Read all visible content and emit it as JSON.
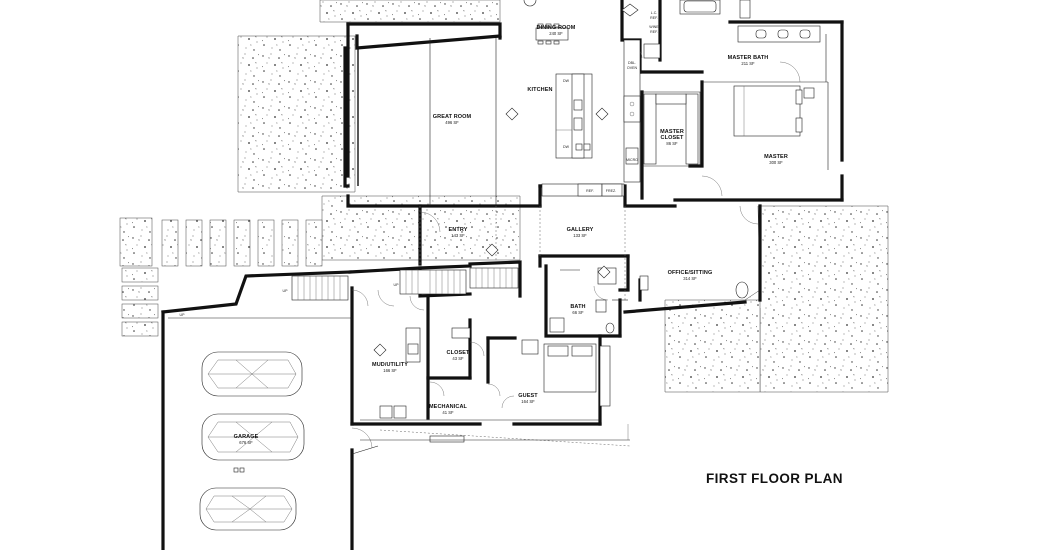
{
  "title": "FIRST FLOOR PLAN",
  "rooms": {
    "dining": {
      "name": "DINING ROOM",
      "area": "240 SF"
    },
    "kitchen": {
      "name": "KITCHEN"
    },
    "great": {
      "name": "GREAT ROOM",
      "area": "496 SF"
    },
    "masterbath": {
      "name": "MASTER BATH",
      "area": "211 SF"
    },
    "mastercloset": {
      "name1": "MASTER",
      "name2": "CLOSET",
      "area": "86 SF"
    },
    "master": {
      "name": "MASTER",
      "area": "300 SF"
    },
    "entry": {
      "name": "ENTRY",
      "area": "143 SF"
    },
    "gallery": {
      "name": "GALLERY",
      "area": "133 SF"
    },
    "office": {
      "name": "OFFICE/SITTING",
      "area": "314 SF"
    },
    "bath": {
      "name": "BATH",
      "area": "66 SF"
    },
    "closet": {
      "name": "CLOSET",
      "area": "43 SF"
    },
    "mud": {
      "name": "MUD/UTILITY",
      "area": "166 SF"
    },
    "mechanical": {
      "name": "MECHANICAL",
      "area": "41 SF"
    },
    "guest": {
      "name": "GUEST",
      "area": "164 SF"
    },
    "garage": {
      "name": "GARAGE",
      "area": "676 SF"
    }
  },
  "labels": {
    "lc": "L.C.",
    "ref1": "REF.",
    "wine": "WINE",
    "ref2": "REF.",
    "dbl1": "DBL.",
    "dbl2": "OVEN",
    "micro": "MICRO",
    "ref3": "REF.",
    "frez": "FREZ.",
    "dw1": "DW",
    "dw2": "DW",
    "up1": "UP",
    "up2": "UP",
    "up3": "UP"
  }
}
